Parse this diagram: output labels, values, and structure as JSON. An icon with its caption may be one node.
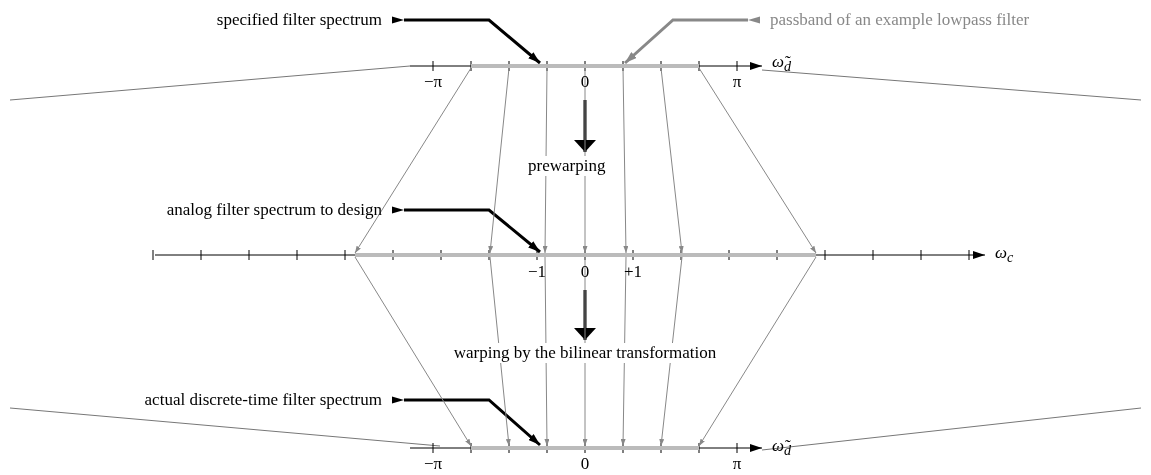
{
  "diagram": {
    "nodes": [
      {
        "text": [
          "specified filter spectrum"
        ]
      },
      {
        "text": [
          "passband of an example lowpass filter"
        ]
      },
      {
        "text": [],
        "shape": "bar"
      },
      {
        "text": [
          "analog filter spectrum to design"
        ]
      },
      {
        "text": [],
        "shape": "bar"
      },
      {
        "text": [
          "actual discrete-time filter spectrum"
        ]
      },
      {
        "text": [],
        "shape": "bar"
      }
    ],
    "edges": [
      {
        "from": 0,
        "to": 2,
        "arrow": "to",
        "style": "thick",
        "color": "#000000"
      },
      {
        "from": 1,
        "to": 2,
        "arrow": "to",
        "style": "thick"
      },
      {
        "from": 3,
        "to": 4,
        "arrow": "to",
        "style": "thick",
        "color": "#000000"
      },
      {
        "from": 5,
        "to": 6,
        "arrow": "to",
        "style": "thick",
        "color": "#000000"
      },
      {
        "from": 2,
        "to": 4,
        "arrow": "to"
      },
      {
        "from": 2,
        "to": 4,
        "arrow": "to"
      },
      {
        "from": 2,
        "to": 4,
        "arrow": "to"
      },
      {
        "from": 2,
        "to": 4,
        "arrow": "to"
      },
      {
        "from": 2,
        "to": 4,
        "arrow": "to"
      },
      {
        "from": 2,
        "to": 4,
        "arrow": "to"
      },
      {
        "from": 2,
        "to": 4,
        "arrow": "to"
      },
      {
        "from": 4,
        "to": 6,
        "arrow": "to"
      },
      {
        "from": 4,
        "to": 6,
        "arrow": "to"
      },
      {
        "from": 4,
        "to": 6,
        "arrow": "to"
      },
      {
        "from": 4,
        "to": 6,
        "arrow": "to"
      },
      {
        "from": 4,
        "to": 6,
        "arrow": "to"
      },
      {
        "from": 4,
        "to": 6,
        "arrow": "to"
      },
      {
        "from": 4,
        "to": 6,
        "arrow": "to"
      }
    ],
    "labels": [
      "−π",
      "0",
      "π",
      "ω̃$_{d}$",
      "prewarping",
      "−1",
      "0",
      "+1",
      "ω$_{c}$",
      "warping by the bilinear transformation",
      "−π",
      "0",
      "π",
      "ω̃$_{d}$"
    ]
  }
}
